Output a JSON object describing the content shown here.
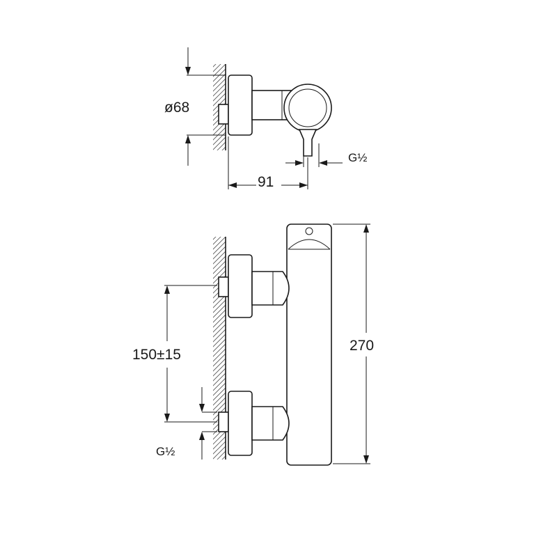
{
  "dimensions": {
    "diameter": "ø68",
    "depth": "91",
    "thread_outlet": "G½",
    "centres": "150±15",
    "height": "270",
    "thread_inlet": "G½"
  }
}
